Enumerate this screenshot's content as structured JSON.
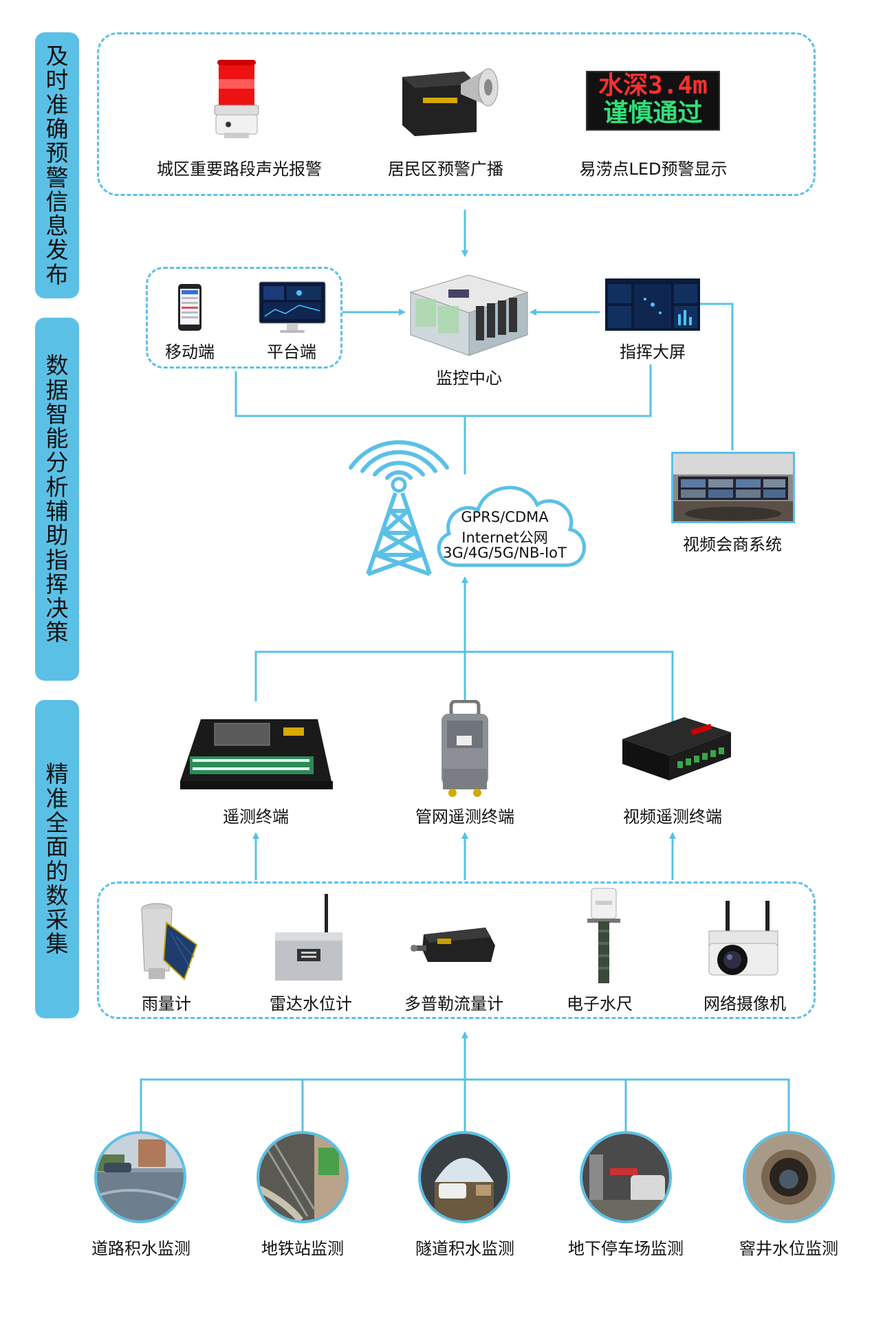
{
  "side_labels": {
    "warning": "及时准确预警信息发布",
    "analysis": "数据智能分析 辅助指挥决策",
    "collection": "精准全面的数采集"
  },
  "warning_devices": {
    "light_alarm": "城区重要路段声光报警",
    "broadcast": "居民区预警广播",
    "led_display": "易涝点LED预警显示"
  },
  "led_screen": {
    "line1": "水深3.4m",
    "line2": "谨慎通过"
  },
  "center": {
    "mobile": "移动端",
    "platform": "平台端",
    "monitor_center": "监控中心",
    "big_screen": "指挥大屏",
    "video_conference": "视频会商系统"
  },
  "network": {
    "line1": "GPRS/CDMA",
    "line2": "Internet公网",
    "line3": "3G/4G/5G/NB-IoT"
  },
  "terminals": {
    "telemetry": "遥测终端",
    "pipe_telemetry": "管网遥测终端",
    "video_telemetry": "视频遥测终端"
  },
  "sensors": {
    "rain_gauge": "雨量计",
    "radar": "雷达水位计",
    "doppler": "多普勒流量计",
    "staff_gauge": "电子水尺",
    "camera": "网络摄像机"
  },
  "scenes": {
    "road": "道路积水监测",
    "subway": "地铁站监测",
    "tunnel": "隧道积水监测",
    "parking": "地下停车场监测",
    "manhole": "窨井水位监测"
  },
  "colors": {
    "accent": "#5bc0e6",
    "led_red": "#ff3030",
    "led_green": "#33e07a"
  }
}
